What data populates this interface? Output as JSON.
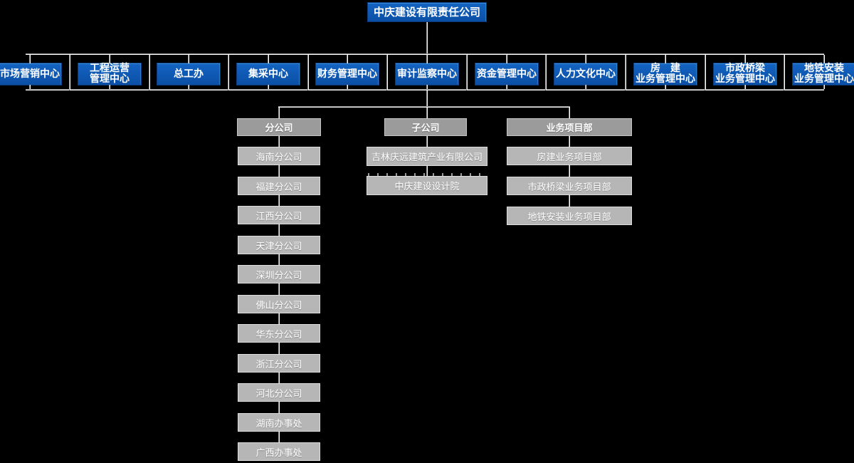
{
  "colors": {
    "background": "#000000",
    "node_blue": "#0d57b0",
    "node_blue_border": "#0a3a7c",
    "group_header_gray": "#9b9b9b",
    "group_item_gray": "#b6b6b6",
    "connector_gray": "#8c8c8c",
    "connector_highlight": "#ffffff",
    "text": "#ffffff"
  },
  "root": {
    "label": "中庆建设有限责任公司"
  },
  "departments": [
    {
      "label": "市场营销中心"
    },
    {
      "label": "工程运营\n管理中心"
    },
    {
      "label": "总工办"
    },
    {
      "label": "集采中心"
    },
    {
      "label": "财务管理中心"
    },
    {
      "label": "审计监察中心"
    },
    {
      "label": "资金管理中心"
    },
    {
      "label": "人力文化中心"
    },
    {
      "label": "房　建\n业务管理中心"
    },
    {
      "label": "市政桥梁\n业务管理中心"
    },
    {
      "label": "地铁安装\n业务管理中心"
    }
  ],
  "groups": [
    {
      "header": "分公司",
      "items": [
        "海南分公司",
        "福建分公司",
        "江西分公司",
        "天津分公司",
        "深圳分公司",
        "佛山分公司",
        "华东分公司",
        "浙江分公司",
        "河北分公司",
        "湖南办事处",
        "广西办事处"
      ]
    },
    {
      "header": "子公司",
      "items": [
        "吉林庆远建筑产业有限公司",
        "中庆建设设计院"
      ]
    },
    {
      "header": "业务项目部",
      "items": [
        "房建业务项目部",
        "市政桥梁业务项目部",
        "地铁安装业务项目部"
      ]
    }
  ]
}
